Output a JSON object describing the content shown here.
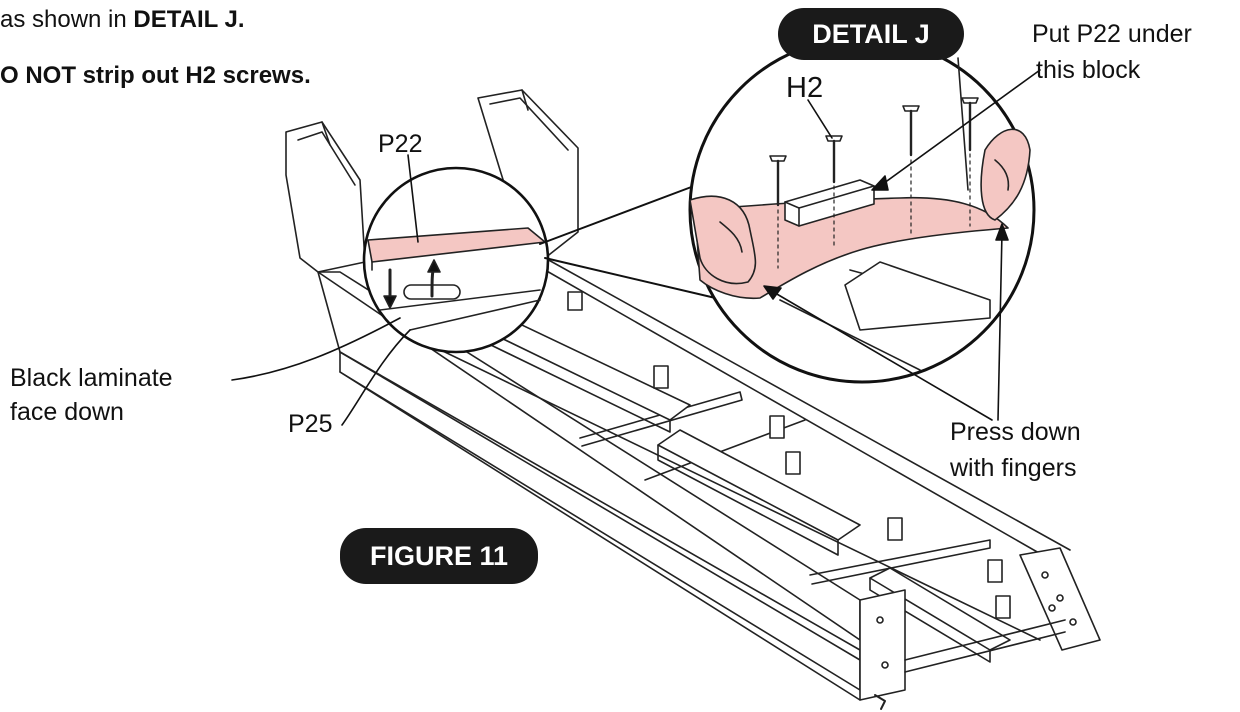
{
  "instructions": {
    "line1_prefix": "as shown in ",
    "line1_bold": "DETAIL J.",
    "line2_bold": "O NOT strip out H2 screws."
  },
  "labels": {
    "detail_badge": "DETAIL J",
    "figure_badge": "FIGURE 11",
    "p22": "P22",
    "p25": "P25",
    "h2": "H2",
    "black_laminate_line1": "Black laminate",
    "black_laminate_line2": "face down",
    "put_p22_line1": "Put P22 under",
    "put_p22_line2": "this block",
    "press_down_line1": "Press down",
    "press_down_line2": "with fingers"
  },
  "colors": {
    "highlight": "#f4c7c3",
    "outline": "#222222",
    "badge": "#1a1a1a"
  }
}
